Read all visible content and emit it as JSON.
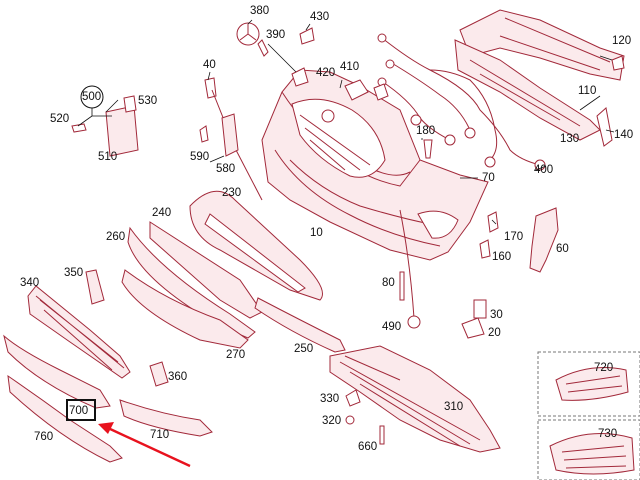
{
  "diagram": {
    "callouts": [
      "380",
      "430",
      "390",
      "420",
      "410",
      "120",
      "40",
      "500",
      "530",
      "520",
      "510",
      "590",
      "580",
      "230",
      "240",
      "260",
      "350",
      "340",
      "270",
      "250",
      "360",
      "700",
      "710",
      "760",
      "330",
      "320",
      "660",
      "310",
      "720",
      "730",
      "10",
      "180",
      "70",
      "400",
      "110",
      "130",
      "140",
      "170",
      "160",
      "60",
      "80",
      "490",
      "30",
      "20"
    ],
    "accent_color": "#a2293a",
    "arrow_color": "#e8121e"
  }
}
